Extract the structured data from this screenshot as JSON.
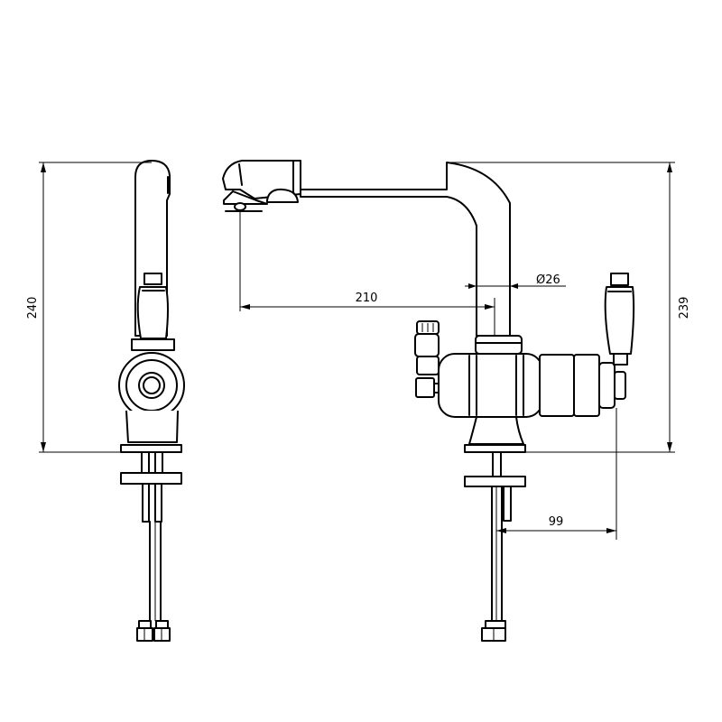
{
  "drawing": {
    "line_color": "#000000",
    "background": "#ffffff",
    "dimensions": {
      "side_height": "240",
      "front_height": "239",
      "spout_reach": "210",
      "spout_diameter": "Ø26",
      "body_offset": "99"
    }
  }
}
